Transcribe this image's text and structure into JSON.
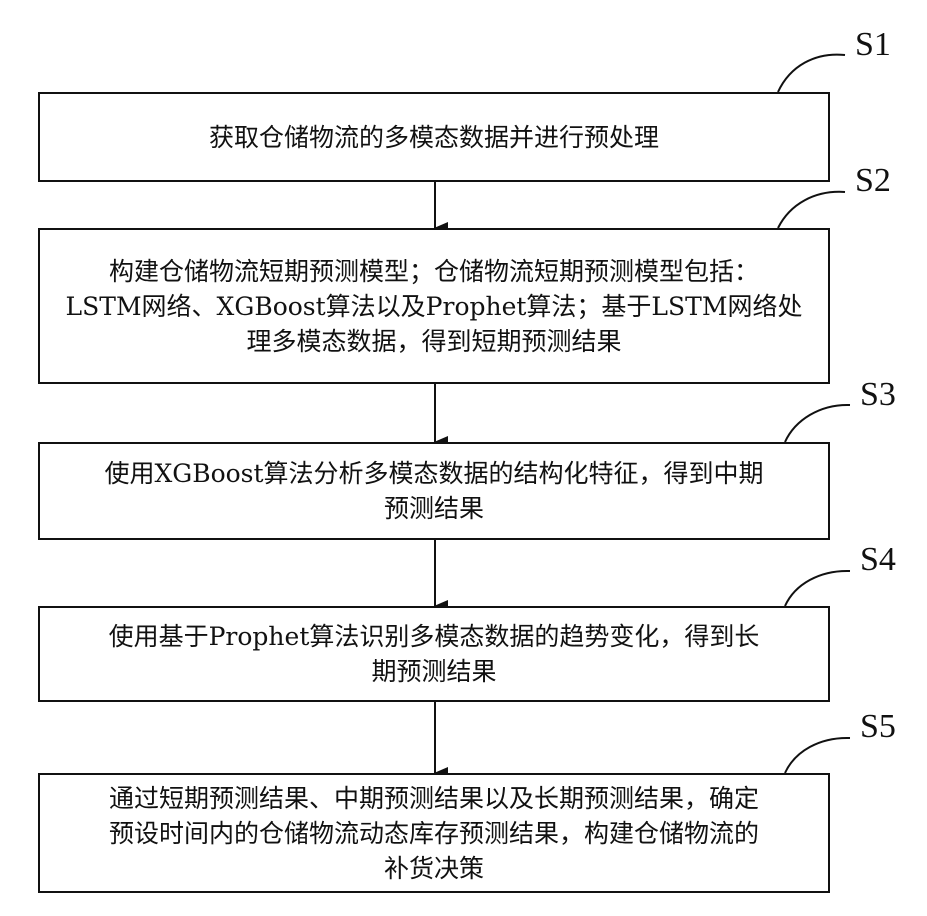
{
  "steps": [
    {
      "label": "S1",
      "text": "获取仓储物流的多模态数据并进行预处理"
    },
    {
      "label": "S2",
      "text": "构建仓储物流短期预测模型；仓储物流短期预测模型包括：\nLSTM网络、XGBoost算法以及Prophet算法；基于LSTM网络处\n理多模态数据，得到短期预测结果"
    },
    {
      "label": "S3",
      "text": "使用XGBoost算法分析多模态数据的结构化特征，得到中期\n预测结果"
    },
    {
      "label": "S4",
      "text": "使用基于Prophet算法识别多模态数据的趋势变化，得到长\n期预测结果"
    },
    {
      "label": "S5",
      "text": "通过短期预测结果、中期预测结果以及长期预测结果，确定\n预设时间内的仓储物流动态库存预测结果，构建仓储物流的\n补货决策"
    }
  ]
}
